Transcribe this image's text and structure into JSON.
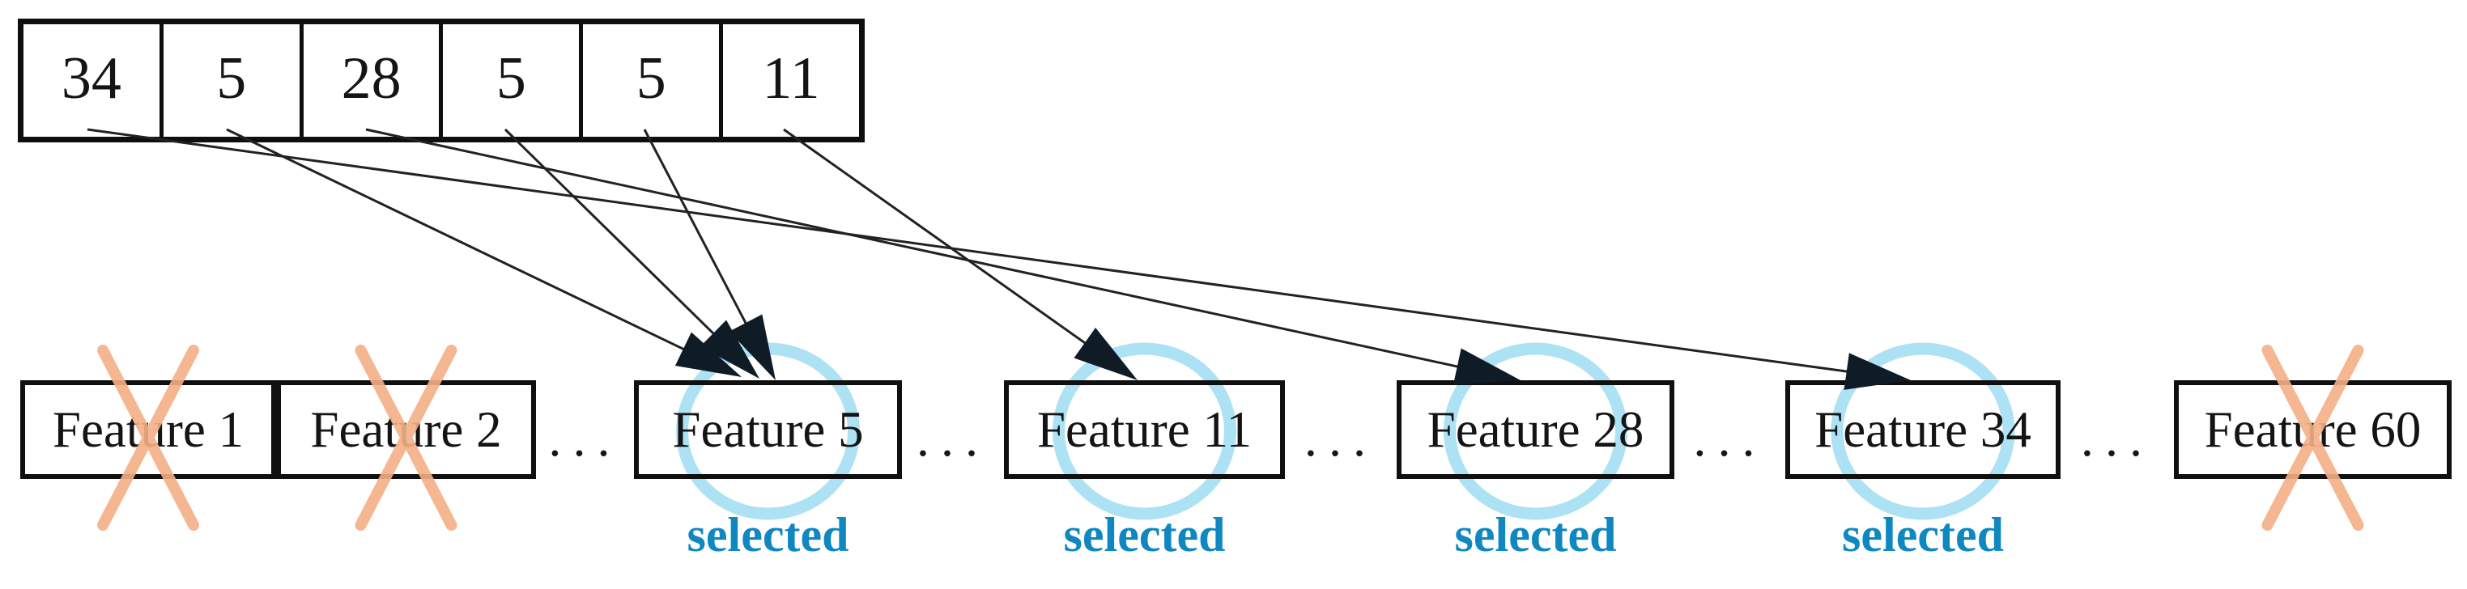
{
  "diagram": {
    "title": "feature selection mapping",
    "top_row": {
      "cells": [
        "34",
        "5",
        "28",
        "5",
        "5",
        "11"
      ]
    },
    "features": [
      {
        "label": "Feature 1",
        "status": "removed"
      },
      {
        "label": "Feature 2",
        "status": "removed"
      },
      {
        "label": "Feature 5",
        "status": "selected"
      },
      {
        "label": "Feature 11",
        "status": "selected"
      },
      {
        "label": "Feature 28",
        "status": "selected"
      },
      {
        "label": "Feature 34",
        "status": "selected"
      },
      {
        "label": "Feature 60",
        "status": "removed"
      }
    ],
    "ellipsis": "...",
    "selected_label": "selected",
    "connections": [
      {
        "cell_index": 0,
        "cell_value": "34",
        "feature": "Feature 34"
      },
      {
        "cell_index": 1,
        "cell_value": "5",
        "feature": "Feature 5"
      },
      {
        "cell_index": 2,
        "cell_value": "28",
        "feature": "Feature 28"
      },
      {
        "cell_index": 3,
        "cell_value": "5",
        "feature": "Feature 5"
      },
      {
        "cell_index": 4,
        "cell_value": "5",
        "feature": "Feature 5"
      },
      {
        "cell_index": 5,
        "cell_value": "11",
        "feature": "Feature 11"
      }
    ],
    "colors": {
      "background": "#ffffff",
      "box_border": "#101010",
      "text": "#141414",
      "arrow_line": "#222222",
      "arrow_head": "#0f1c26",
      "selected_circle": "#a9e0f3",
      "selected_text": "#0f87c0",
      "removed_x": "#f5b086"
    }
  }
}
